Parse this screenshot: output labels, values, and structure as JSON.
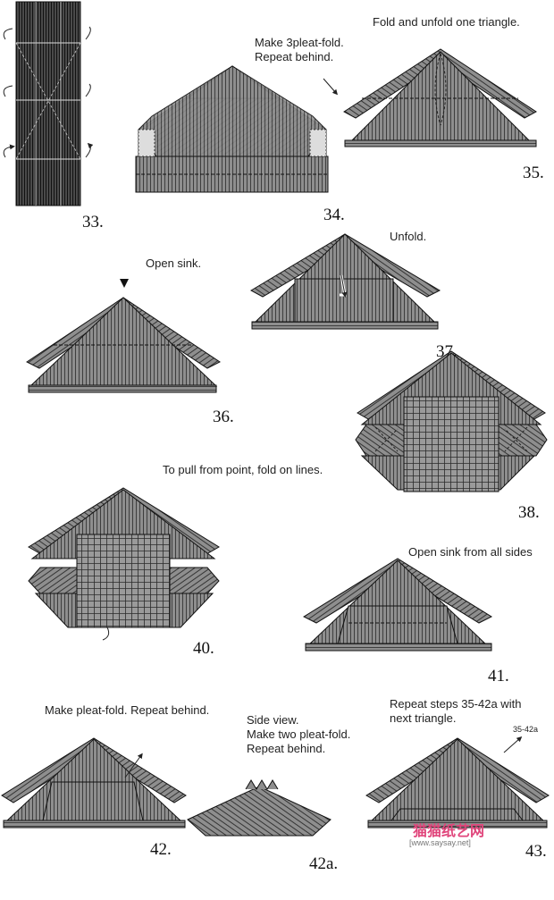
{
  "steps": {
    "s33": {
      "num": "33."
    },
    "s34": {
      "num": "34.",
      "text": "Make 3pleat-fold.\nRepeat behind."
    },
    "s35": {
      "num": "35.",
      "text": "Fold and unfold one triangle."
    },
    "s36": {
      "num": "36.",
      "text": "Open sink."
    },
    "s37": {
      "num": "37.",
      "text": "Unfold."
    },
    "s38": {
      "num": "38.",
      "text": "To pull from point, fold on lines."
    },
    "s40": {
      "num": "40."
    },
    "s41": {
      "num": "41.",
      "text": "Open sink from all sides"
    },
    "s42": {
      "num": "42.",
      "text": "Make pleat-fold. Repeat behind."
    },
    "s42a": {
      "num": "42a.",
      "text": "Side view.\nMake two pleat-fold.\nRepeat behind."
    },
    "s43": {
      "num": "43.",
      "text": "Repeat steps 35-42a with\nnext triangle.",
      "small": "35-42a"
    }
  },
  "watermark": {
    "brand": "猫猫纸艺网",
    "url": "[www.saysay.net]"
  },
  "colors": {
    "fill": "#8c8c8c",
    "dark": "#3c3c3c",
    "line": "#1e1e1e",
    "light": "#c8c8c8"
  }
}
